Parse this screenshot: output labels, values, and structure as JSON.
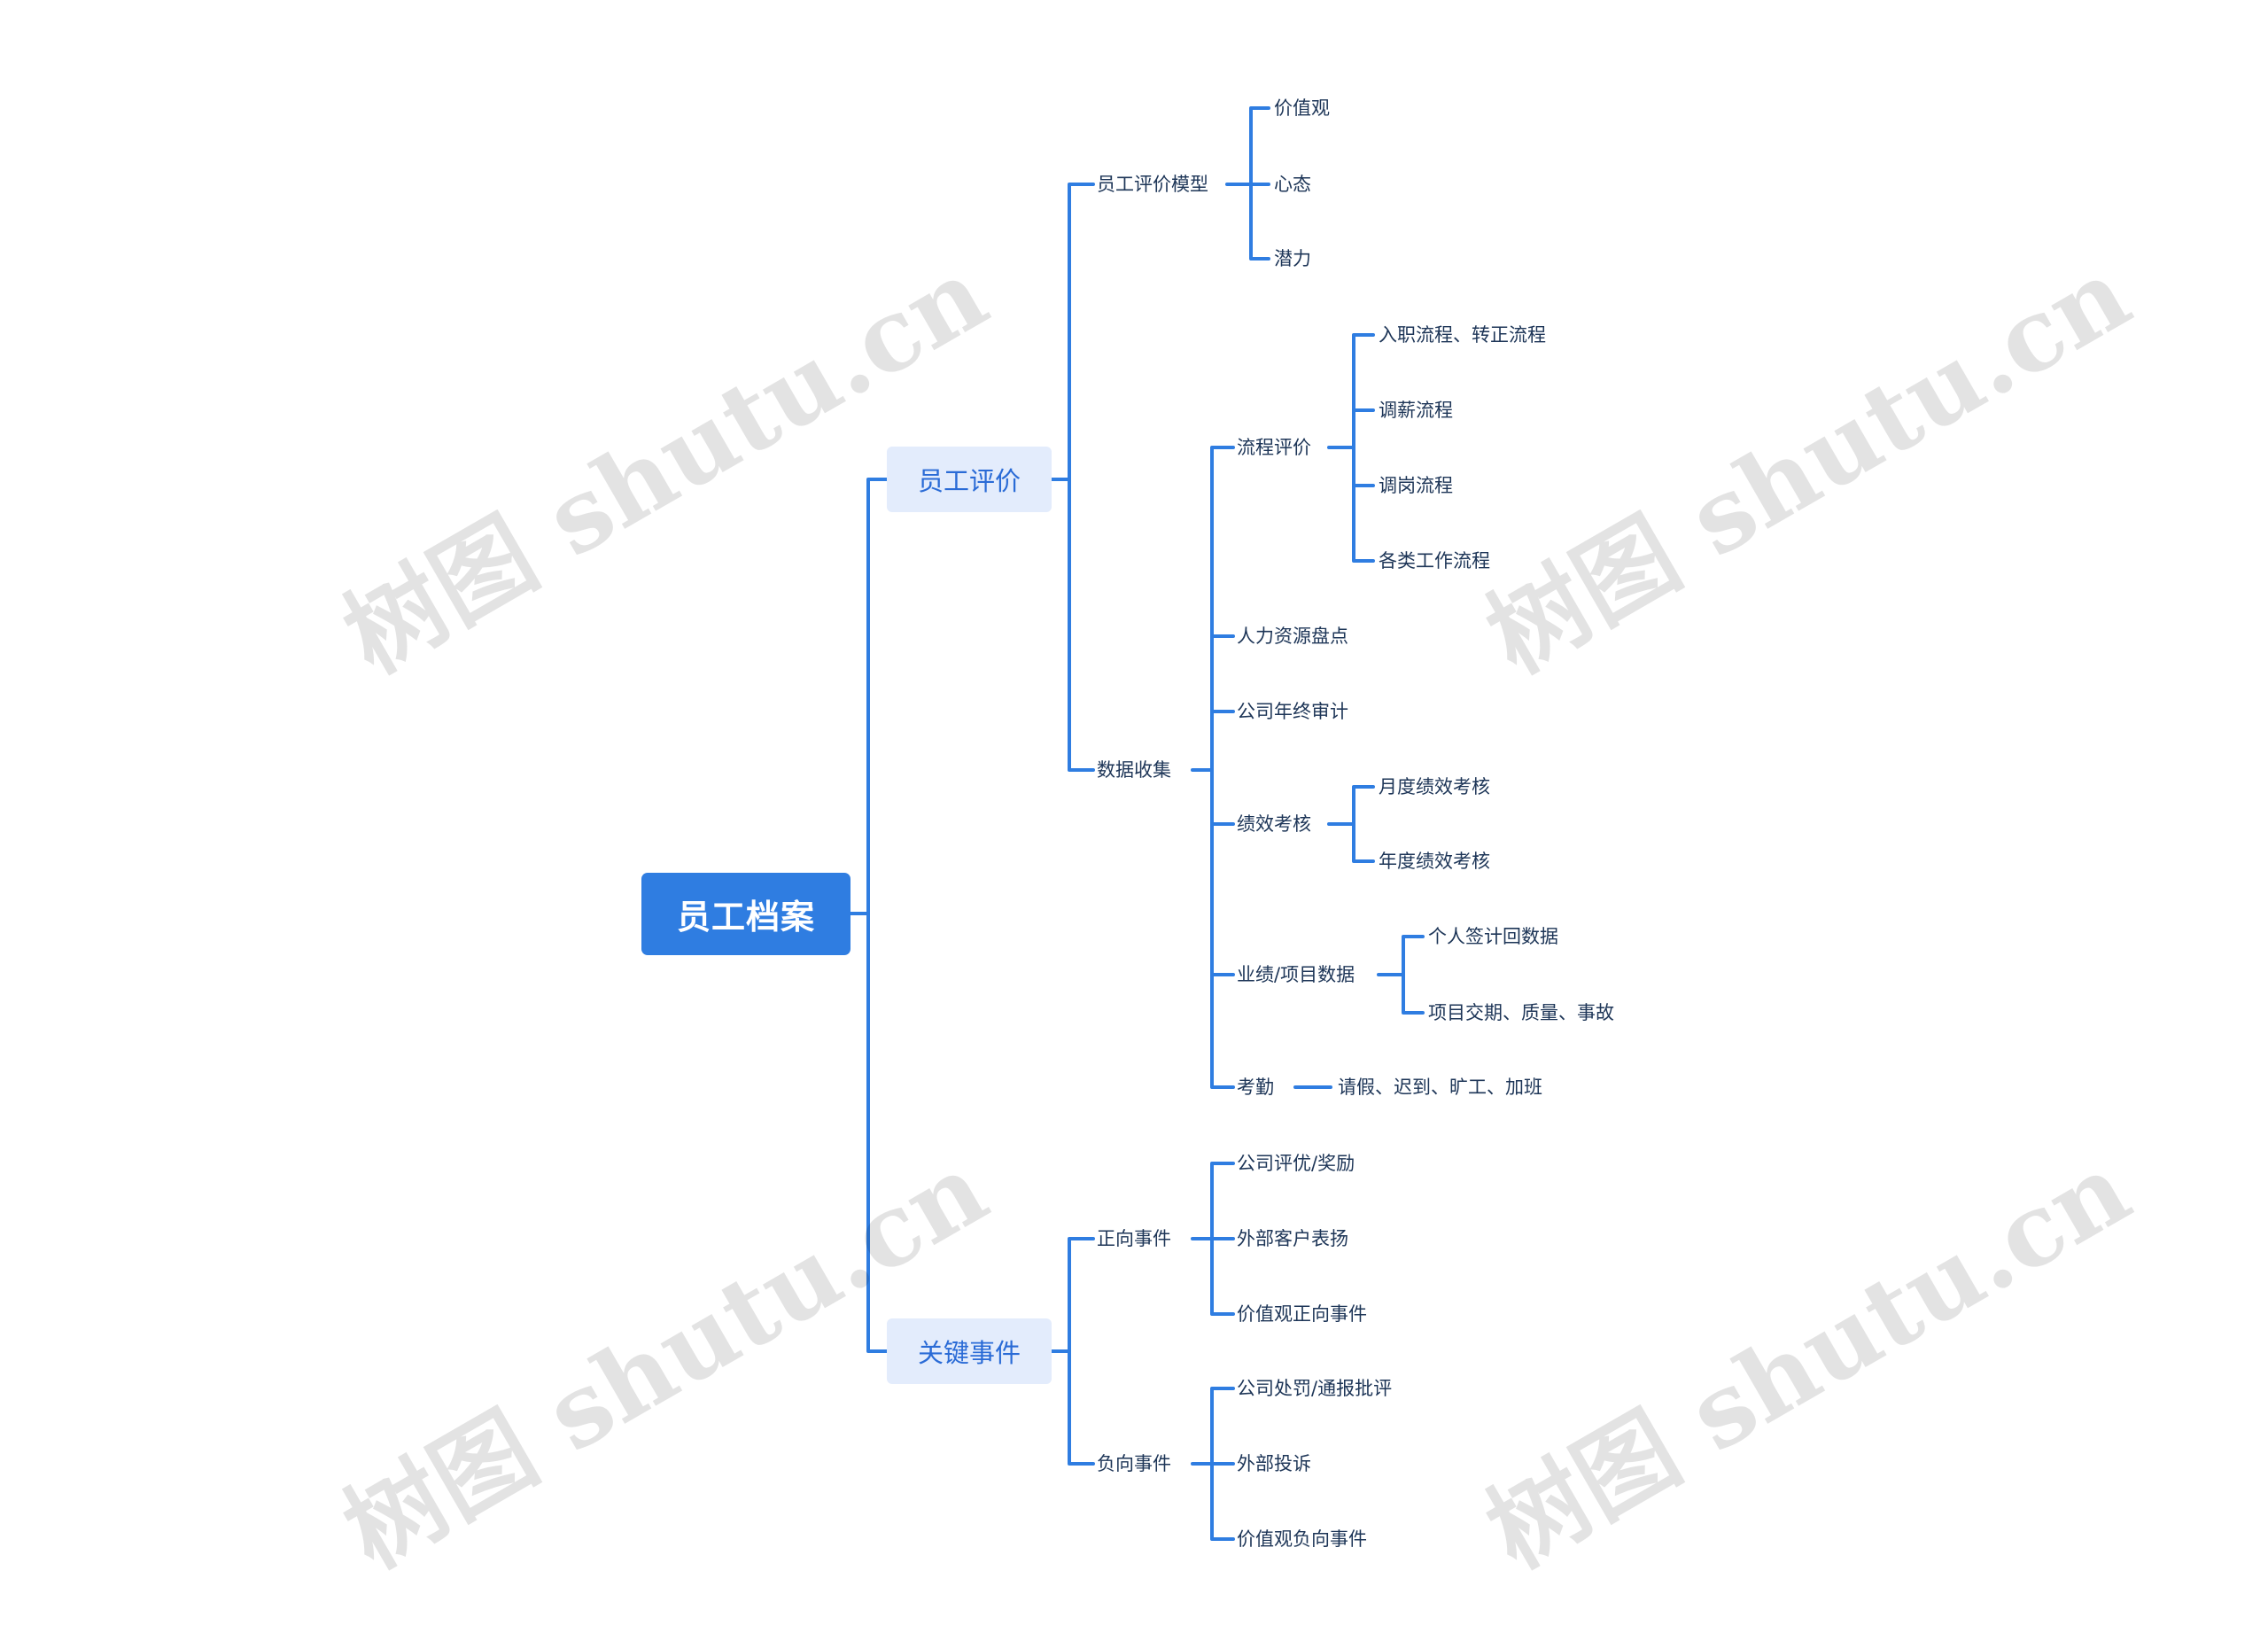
{
  "root": "员工档案",
  "branches": {
    "evaluation": {
      "label": "员工评价",
      "model": {
        "label": "员工评价模型",
        "items": [
          "价值观",
          "心态",
          "潜力"
        ]
      },
      "data": {
        "label": "数据收集",
        "process": {
          "label": "流程评价",
          "items": [
            "入职流程、转正流程",
            "调薪流程",
            "调岗流程",
            "各类工作流程"
          ]
        },
        "inventory": "人力资源盘点",
        "audit": "公司年终审计",
        "performance": {
          "label": "绩效考核",
          "items": [
            "月度绩效考核",
            "年度绩效考核"
          ]
        },
        "project": {
          "label": "业绩/项目数据",
          "items": [
            "个人签计回数据",
            "项目交期、质量、事故"
          ]
        },
        "attendance": {
          "label": "考勤",
          "item": "请假、迟到、旷工、加班"
        }
      }
    },
    "events": {
      "label": "关键事件",
      "positive": {
        "label": "正向事件",
        "items": [
          "公司评优/奖励",
          "外部客户表扬",
          "价值观正向事件"
        ]
      },
      "negative": {
        "label": "负向事件",
        "items": [
          "公司处罚/通报批评",
          "外部投诉",
          "价值观负向事件"
        ]
      }
    }
  },
  "watermark": "树图 shutu.cn",
  "colors": {
    "line": "#2f7de1",
    "root_fill": "#2f7de1",
    "l1_fill": "#e3ecfc",
    "l1_text": "#2a6bd6",
    "text": "#1d3557"
  }
}
